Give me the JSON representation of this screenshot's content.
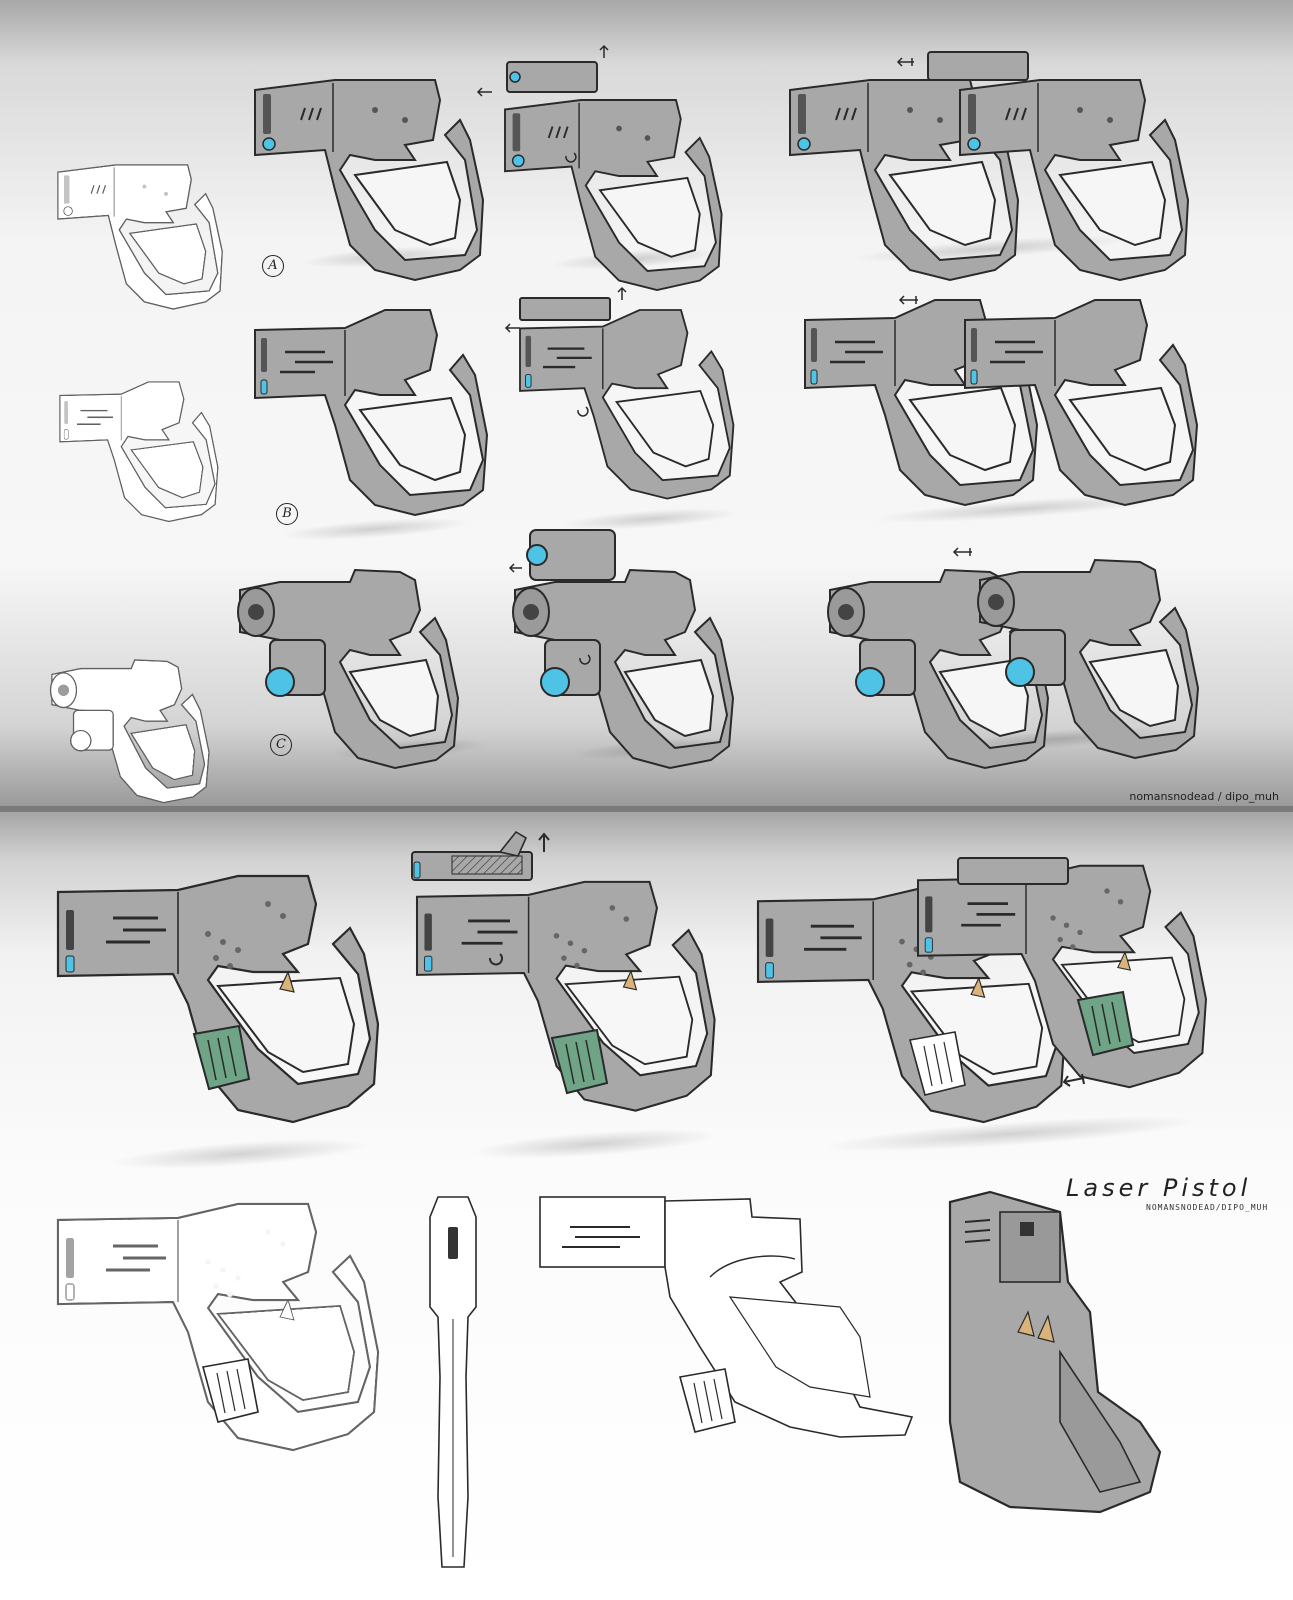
{
  "panels": {
    "top": {
      "rows": [
        {
          "label": "A"
        },
        {
          "label": "B"
        },
        {
          "label": "C"
        }
      ],
      "credit": "nomansnodead / dipo_muh"
    },
    "bottom": {
      "title": "Laser Pistol",
      "subtitle": "NOMANSNODEAD/DIPO_MUH"
    }
  },
  "colors": {
    "body_gray": "#a8a8a8",
    "outline": "#2a2a2a",
    "glow_blue": "#4fc3e6",
    "magazine_green": "#6fa486",
    "trigger_tan": "#d9b37a",
    "sketch_white": "#ffffff"
  },
  "icons": {
    "arrow": "arrow-icon",
    "rotate": "rotate-icon"
  }
}
